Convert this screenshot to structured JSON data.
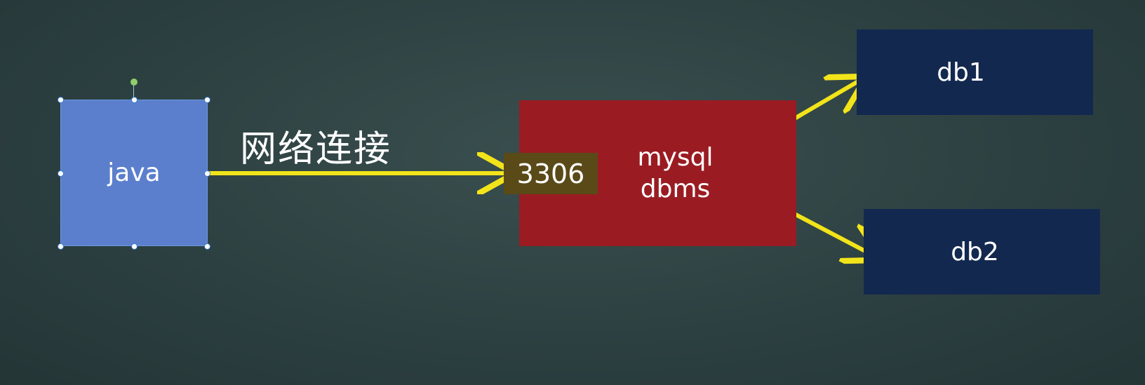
{
  "nodes": {
    "java": "java",
    "mysql_line1": "mysql",
    "mysql_line2": "dbms",
    "port": "3306",
    "db1": "db1",
    "db2": "db2"
  },
  "labels": {
    "network": "网络连接"
  },
  "colors": {
    "background": "#2f4445",
    "java_box": "#5b7fcc",
    "mysql_box": "#9a1c22",
    "port_box": "#5a4a18",
    "db_box": "#13284f",
    "arrow": "#f2e41a",
    "checkmark": "#e0201c"
  },
  "icons": {
    "selected_mark": "checkmark-icon",
    "pointer": "cursor-dot-icon"
  }
}
